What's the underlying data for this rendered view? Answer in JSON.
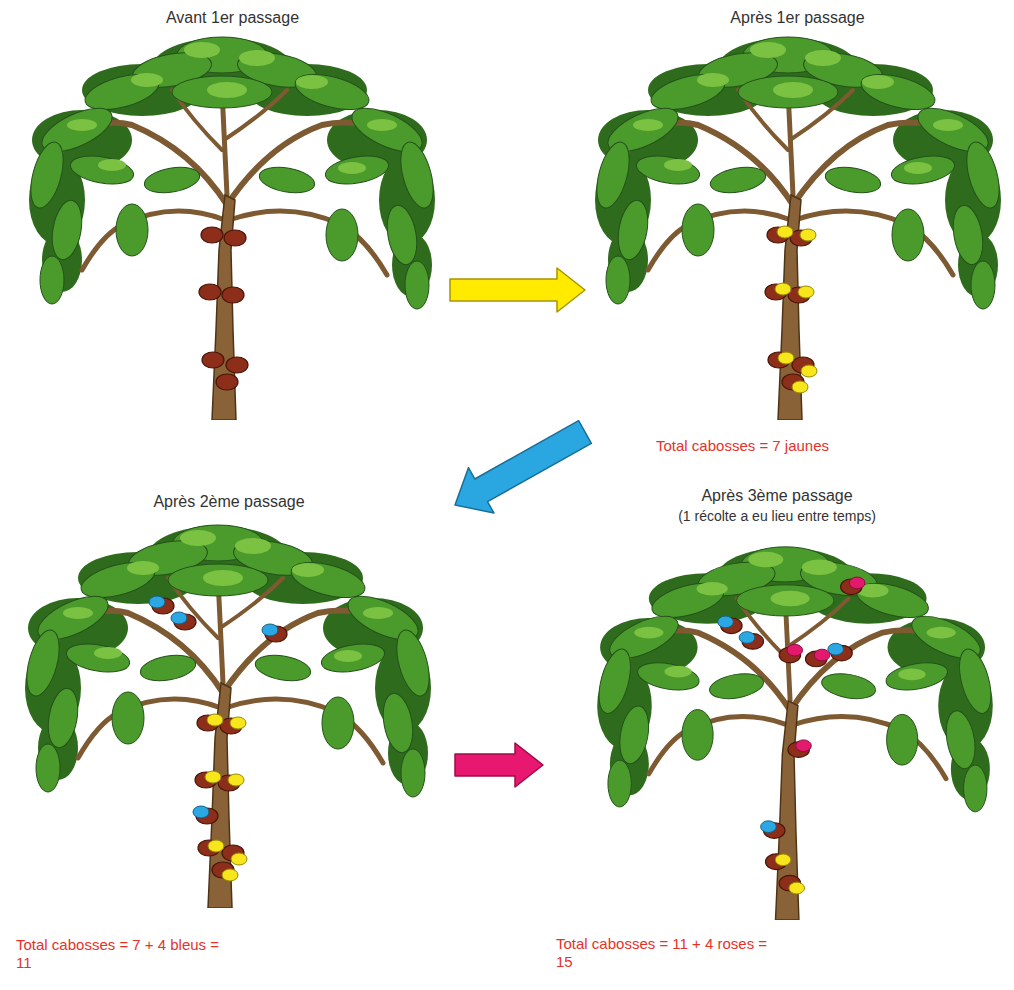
{
  "diagram": {
    "nodes": [
      {
        "text": [
          "Avant 1er passage"
        ]
      },
      {
        "text": [
          "Après 1er passage",
          "Total cabosses = 7 jaunes"
        ]
      },
      {
        "text": [
          "Après 2ème passage",
          "Total cabosses = 7 + 4 bleus = 11"
        ]
      },
      {
        "text": [
          "Après 3ème passage",
          "(1 récolte a eu lieu entre temps)",
          "Total cabosses = 11 + 4 roses = 15"
        ]
      }
    ],
    "edges": [
      {
        "from": 0,
        "to": 1,
        "arrow": "to"
      },
      {
        "from": 1,
        "to": 2,
        "arrow": "to"
      },
      {
        "from": 2,
        "to": 3,
        "arrow": "to"
      }
    ]
  }
}
